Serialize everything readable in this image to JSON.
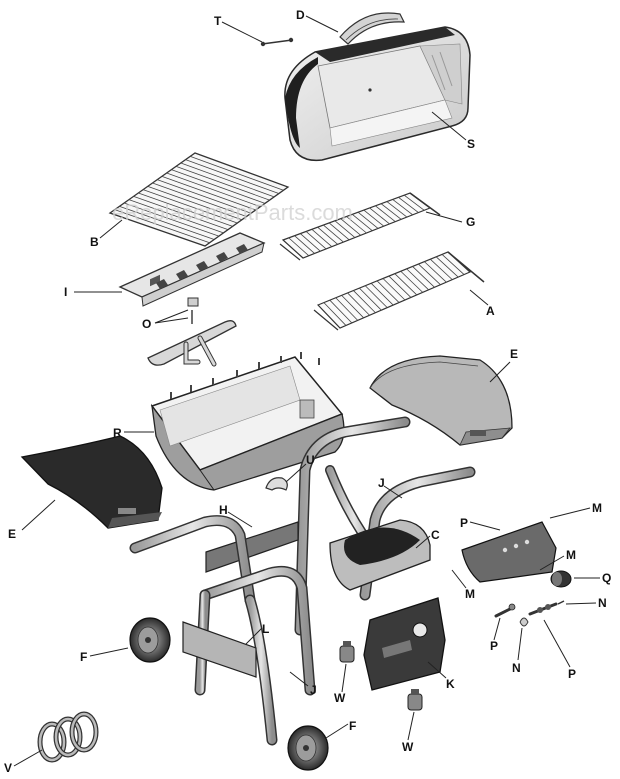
{
  "watermark": "eReplacementParts.com",
  "labels": {
    "T": "T",
    "D": "D",
    "S": "S",
    "B": "B",
    "G": "G",
    "I": "I",
    "A": "A",
    "O": "O",
    "E_right": "E",
    "R": "R",
    "E_left": "E",
    "U": "U",
    "J_top": "J",
    "M_top": "M",
    "H": "H",
    "C": "C",
    "P_top": "P",
    "M_mid": "M",
    "Q": "Q",
    "M_low": "M",
    "N_right": "N",
    "F_left": "F",
    "L": "L",
    "P_left": "P",
    "N_low": "N",
    "P_low": "P",
    "W_left": "W",
    "K": "K",
    "J_bottom": "J",
    "F_bottom": "F",
    "W_bottom": "W",
    "V": "V"
  }
}
